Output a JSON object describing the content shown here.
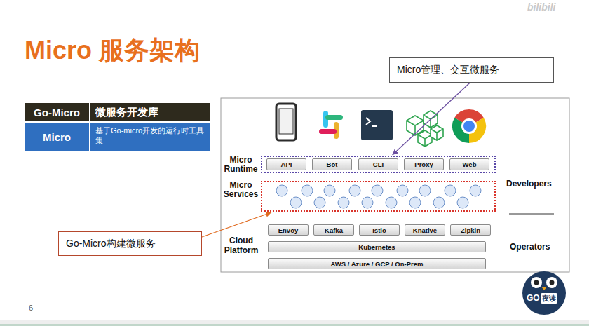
{
  "diagram": {
    "title": "Micro 服务架构",
    "nodes": [
      {
        "text": [
          "Micro管理、交互微服务"
        ]
      },
      {
        "text": [
          "Go-Micro"
        ]
      },
      {
        "text": [
          "微服务开发库"
        ]
      },
      {
        "text": [
          "Micro"
        ]
      },
      {
        "text": [
          "基于Go-micro开发的运行时工具集"
        ]
      },
      {
        "text": [
          "Micro Runtime"
        ]
      },
      {
        "text": [
          "API"
        ],
        "in": 5
      },
      {
        "text": [
          "Bot"
        ],
        "in": 5
      },
      {
        "text": [
          "CLI"
        ],
        "in": 5
      },
      {
        "text": [
          "Proxy"
        ],
        "in": 5
      },
      {
        "text": [
          "Web"
        ],
        "in": 5
      },
      {
        "text": [
          "Micro Services"
        ]
      },
      {
        "text": [
          "Envoy"
        ]
      },
      {
        "text": [
          "Kafka"
        ]
      },
      {
        "text": [
          "Istio"
        ]
      },
      {
        "text": [
          "Knative"
        ]
      },
      {
        "text": [
          "Zipkin"
        ]
      },
      {
        "text": [
          "Kubernetes"
        ]
      },
      {
        "text": [
          "AWS / Azure / GCP / On-Prem"
        ]
      },
      {
        "text": [
          "Go-Micro构建微服务"
        ]
      }
    ],
    "edges": [
      {
        "from": 0,
        "to": 5,
        "arrow": "to"
      },
      {
        "from": 19,
        "to": 11,
        "arrow": "to"
      }
    ],
    "labels": [
      "Cloud Platform",
      "Developers",
      "Operators",
      "6",
      "bilibili",
      "GO",
      "夜读"
    ]
  }
}
